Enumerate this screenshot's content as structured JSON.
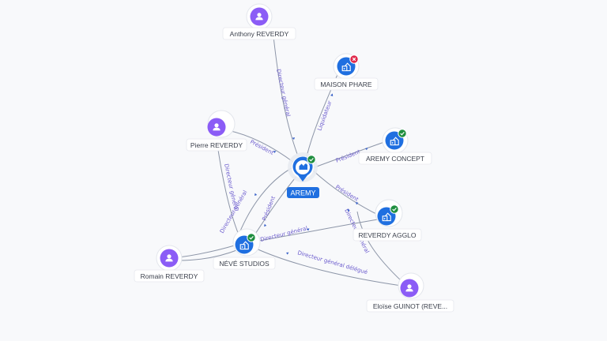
{
  "colors": {
    "person": "#8b5cf6",
    "company": "#1f6fe0",
    "active": "#1e8e3e",
    "closed": "#e0284a",
    "edge": "#8d96a8",
    "edge_label": "#6a5acd"
  },
  "center": {
    "name": "AREMY",
    "status": "active",
    "icon": "building-icon"
  },
  "nodes": [
    {
      "id": "anthony",
      "label": "Anthony REVERDY",
      "type": "person",
      "icon": "person-icon"
    },
    {
      "id": "maison",
      "label": "MAISON PHARE",
      "type": "company",
      "icon": "building-icon",
      "status": "closed"
    },
    {
      "id": "pierre",
      "label": "Pierre REVERDY",
      "type": "person",
      "icon": "person-icon"
    },
    {
      "id": "aremy_concept",
      "label": "AREMY CONCEPT",
      "type": "company",
      "icon": "building-icon",
      "status": "active"
    },
    {
      "id": "reverdy_agglo",
      "label": "REVERDY AGGLO",
      "type": "company",
      "icon": "building-icon",
      "status": "active"
    },
    {
      "id": "neve",
      "label": "NÉVÉ STUDIOS",
      "type": "company",
      "icon": "building-icon",
      "status": "active"
    },
    {
      "id": "romain",
      "label": "Romain REVERDY",
      "type": "person",
      "icon": "person-icon"
    },
    {
      "id": "eloise",
      "label": "Eloïse GUINOT (REVE...",
      "type": "person",
      "icon": "person-icon"
    }
  ],
  "edges": [
    {
      "id": "anthony-aremy",
      "label": "Directeur général"
    },
    {
      "id": "aremy-maison",
      "label": "Liquidateur"
    },
    {
      "id": "pierre-aremy",
      "label": "Président"
    },
    {
      "id": "aremy-concept",
      "label": "Président"
    },
    {
      "id": "aremy-agglo",
      "label": "Président"
    },
    {
      "id": "pierre-neve",
      "label": "Directeur général"
    },
    {
      "id": "neve-aremy-dg",
      "label": "Directeur général"
    },
    {
      "id": "neve-aremy-pres",
      "label": "Président"
    },
    {
      "id": "neve-agglo",
      "label": "Directeur général"
    },
    {
      "id": "eloise-agglo",
      "label": "Directeur général"
    },
    {
      "id": "eloise-neve",
      "label": "Directeur général délégué"
    }
  ]
}
